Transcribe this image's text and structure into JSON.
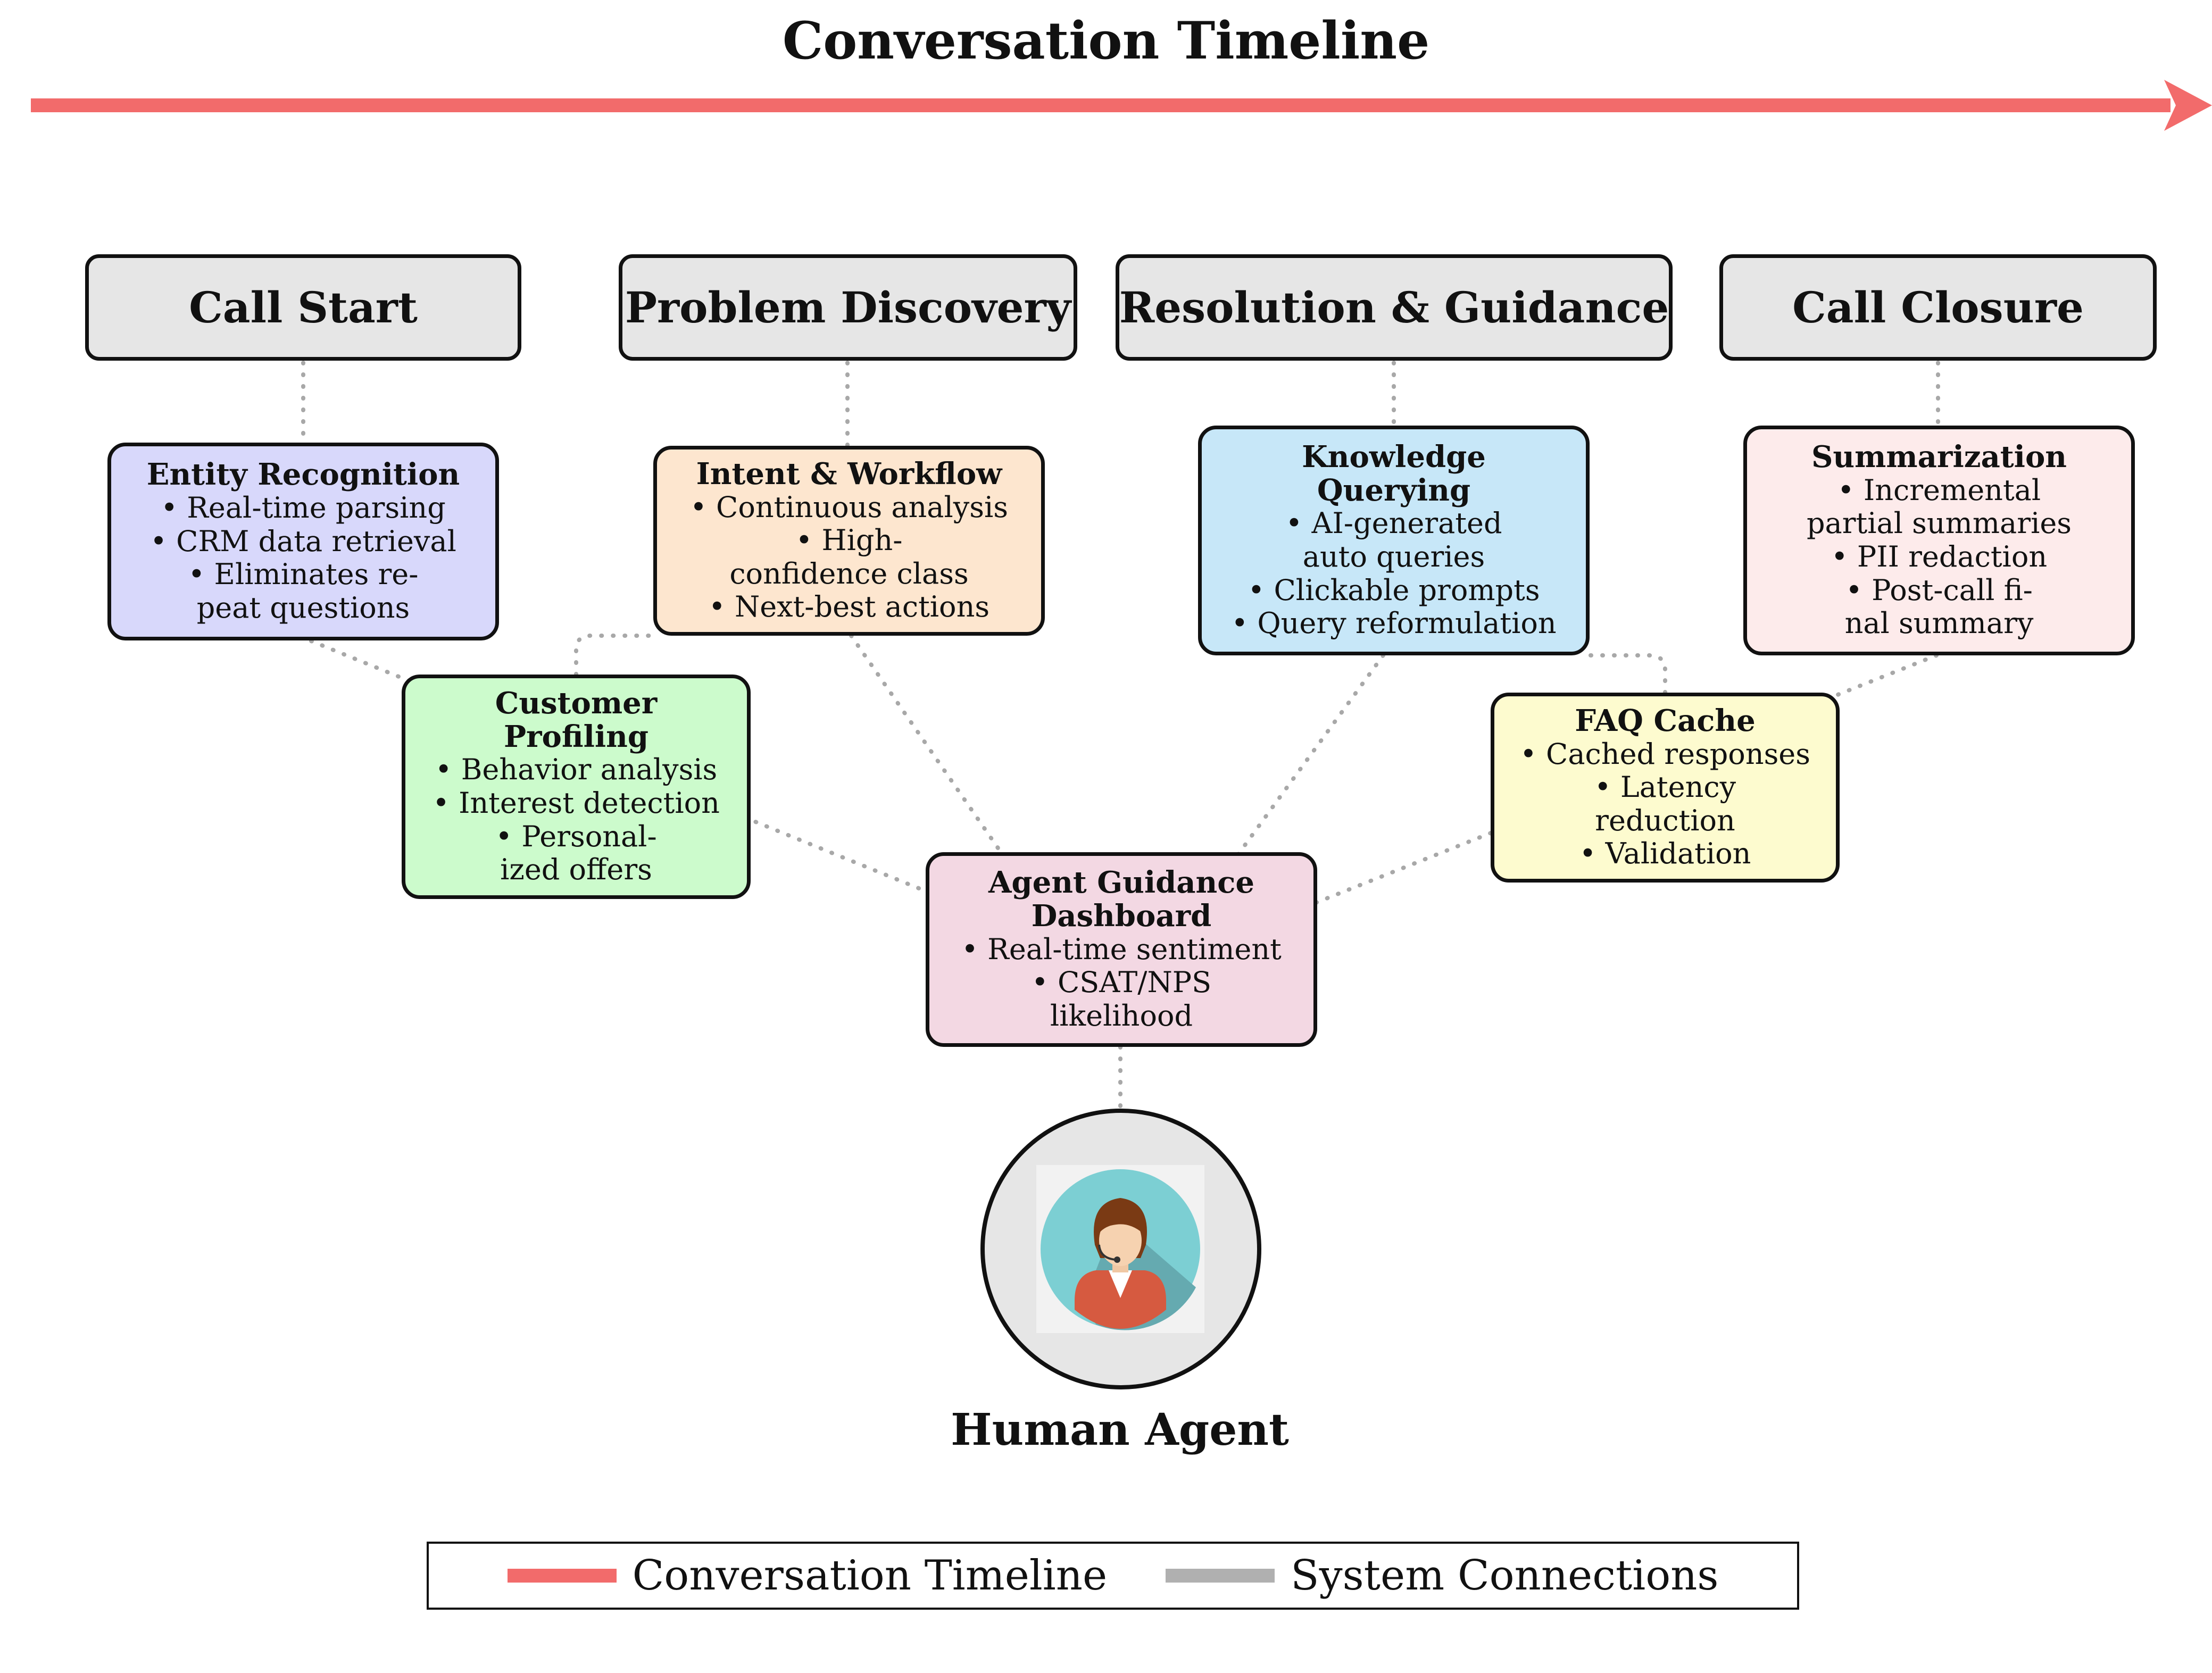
{
  "title": "Conversation Timeline",
  "colors": {
    "timeline": "#f26b6b",
    "connection": "#a8a8a8",
    "phase_fill": "#e6e6e6",
    "entity_recognition": "#d8d8fb",
    "customer_profiling": "#ccfbcc",
    "intent_workflow": "#fde6cf",
    "agent_dashboard": "#f3d8e3",
    "knowledge_querying": "#c7e7f8",
    "faq_cache": "#fdfbcf",
    "summarization": "#fdebeb"
  },
  "phases": [
    {
      "id": "call-start",
      "label": "Call Start"
    },
    {
      "id": "problem-discovery",
      "label": "Problem Discovery"
    },
    {
      "id": "resolution-guidance",
      "label": "Resolution & Guidance"
    },
    {
      "id": "call-closure",
      "label": "Call Closure"
    }
  ],
  "modules": {
    "entity_recognition": {
      "title": "Entity Recognition",
      "items": [
        "Real-time parsing",
        "CRM data retrieval",
        "Eliminates re-\npeat questions"
      ]
    },
    "customer_profiling": {
      "title": "Customer\nProfiling",
      "items": [
        "Behavior analysis",
        "Interest detection",
        "Personal-\nized offers"
      ]
    },
    "intent_workflow": {
      "title": "Intent & Workflow",
      "items": [
        "Continuous analysis",
        "High-\nconfidence class",
        "Next-best actions"
      ]
    },
    "agent_dashboard": {
      "title": "Agent Guidance\nDashboard",
      "items": [
        "Real-time sentiment",
        "CSAT/NPS\nlikelihood"
      ]
    },
    "knowledge_querying": {
      "title": "Knowledge\nQuerying",
      "items": [
        "AI-generated\nauto queries",
        "Clickable prompts",
        "Query reformulation"
      ]
    },
    "faq_cache": {
      "title": "FAQ Cache",
      "items": [
        "Cached responses",
        "Latency\nreduction",
        "Validation"
      ]
    },
    "summarization": {
      "title": "Summarization",
      "items": [
        "Incremental\npartial summaries",
        "PII redaction",
        "Post-call fi-\nnal summary"
      ]
    }
  },
  "agent": {
    "label": "Human Agent",
    "icon": "headset-agent-icon"
  },
  "legend": {
    "timeline": "Conversation Timeline",
    "connections": "System Connections"
  }
}
